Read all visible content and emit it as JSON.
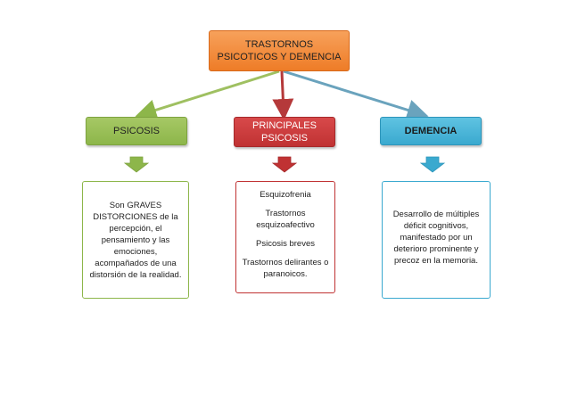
{
  "root": {
    "line1": "TRASTORNOS",
    "line2": "PSICOTICOS Y DEMENCIA"
  },
  "categories": {
    "left": {
      "label": "PSICOSIS"
    },
    "middle": {
      "line1": "PRINCIPALES",
      "line2": "PSICOSIS"
    },
    "right": {
      "label": "DEMENCIA"
    }
  },
  "descriptions": {
    "left": {
      "lines": [
        "Son GRAVES",
        "DISTORCIONES de la",
        "percepción, el",
        "pensamiento y las",
        "emociones,",
        "acompañados de una",
        "distorsión de la realidad."
      ]
    },
    "middle": {
      "items": [
        "Esquizofrenia",
        "Trastornos esquizoafectivo",
        "Psicosis breves",
        "Trastornos delirantes o paranoicos."
      ]
    },
    "right": {
      "lines": [
        "Desarrollo de múltiples",
        "déficit cognitivos,",
        "manifestado por un",
        "deterioro prominente y",
        "precoz en la memoria."
      ]
    }
  },
  "colors": {
    "root": "#ee7c27",
    "left": "#8db64a",
    "middle": "#c03233",
    "right": "#3aa9cf"
  }
}
